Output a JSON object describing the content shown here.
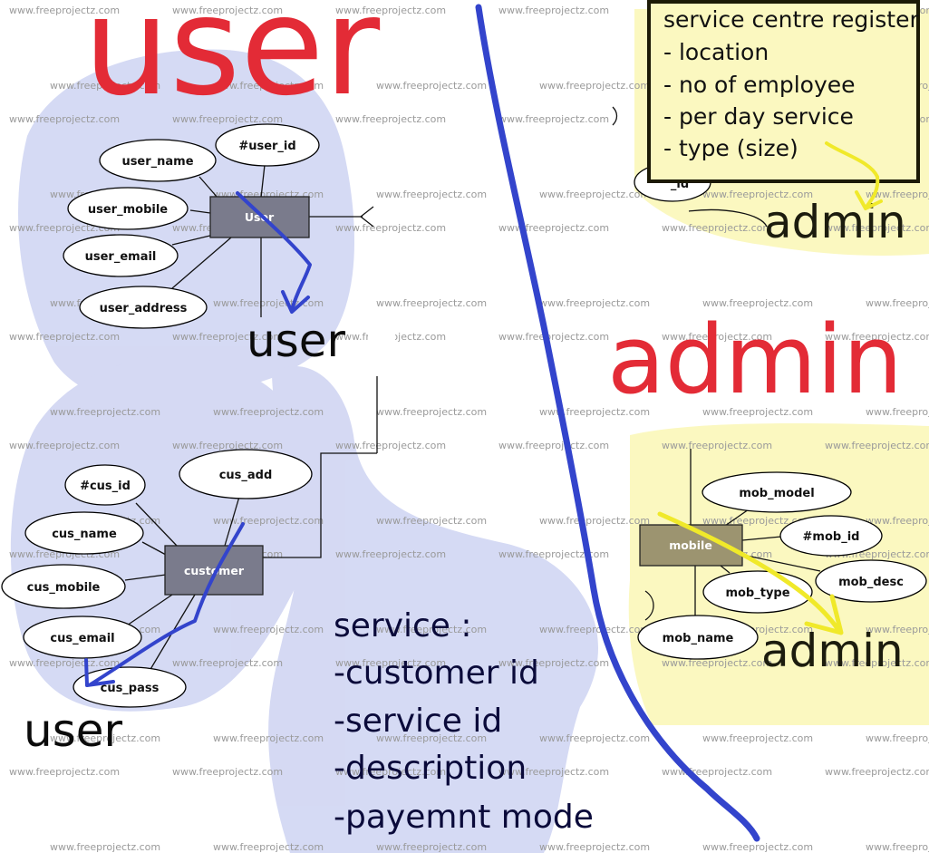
{
  "watermark": "www.freeprojectz.com",
  "colors": {
    "user_highlight": "#c7cdf0",
    "admin_highlight": "#fbf8c0",
    "pen_blue": "#3344cc",
    "pen_yellow": "#f0e92a",
    "title_red": "#e32b36",
    "entity_dark": "#7a7b8c",
    "entity_olive": "#9c9470"
  },
  "titles": {
    "user": "user",
    "admin": "admin"
  },
  "handwritten_labels": {
    "user_mid": "user",
    "user_bottom": "user",
    "admin_top": "admin",
    "admin_bottom": "admin"
  },
  "entities": {
    "user": "User",
    "customer": "customer",
    "mobile": "mobile"
  },
  "attributes": {
    "user": [
      "#user_id",
      "user_name",
      "user_mobile",
      "user_email",
      "user_address"
    ],
    "customer": [
      "#cus_id",
      "cus_add",
      "cus_name",
      "cus_mobile",
      "cus_email",
      "cus_pass"
    ],
    "mobile": [
      "mob_model",
      "#mob_id",
      "mob_desc",
      "mob_type",
      "mob_name"
    ],
    "partial_top_right": "_id"
  },
  "service_centre_note": {
    "lines": [
      "service centre register",
      "- location",
      "- no of employee",
      "- per day service",
      "- type (size)"
    ]
  },
  "service_note": {
    "lines": [
      "service :",
      "-customer id",
      "-service id",
      "-description",
      "-payemnt mode"
    ]
  }
}
